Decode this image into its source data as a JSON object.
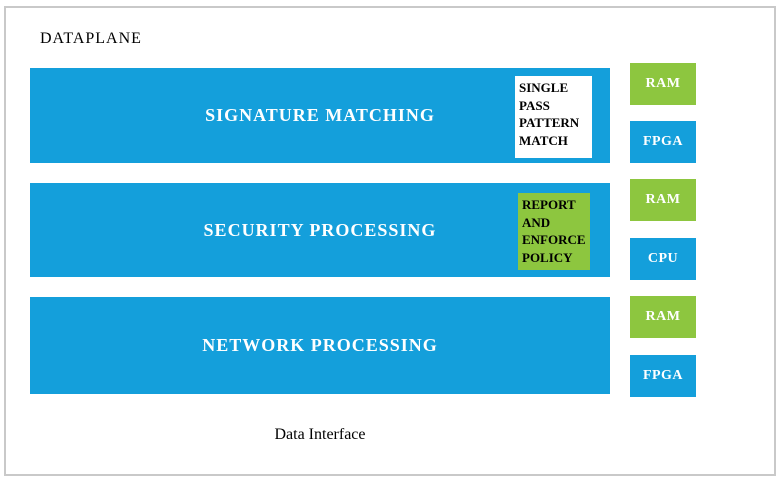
{
  "title": "DATAPLANE",
  "layers": [
    {
      "label": "SIGNATURE MATCHING",
      "badge": "SINGLE PASS PATTERN MATCH"
    },
    {
      "label": "SECURITY PROCESSING",
      "badge": "REPORT AND ENFORCE POLICY"
    },
    {
      "label": "NETWORK PROCESSING",
      "badge": ""
    }
  ],
  "chips": [
    {
      "label": "RAM",
      "color_name": "green"
    },
    {
      "label": "FPGA",
      "color_name": "blue"
    },
    {
      "label": "RAM",
      "color_name": "green"
    },
    {
      "label": "CPU",
      "color_name": "blue"
    },
    {
      "label": "RAM",
      "color_name": "green"
    },
    {
      "label": "FPGA",
      "color_name": "blue"
    }
  ],
  "footer": "Data Interface",
  "colors": {
    "layer_blue": "#149fdb",
    "chip_green": "#8dc63f",
    "frame_border": "#c9c9c9",
    "badge_white": "#ffffff"
  }
}
